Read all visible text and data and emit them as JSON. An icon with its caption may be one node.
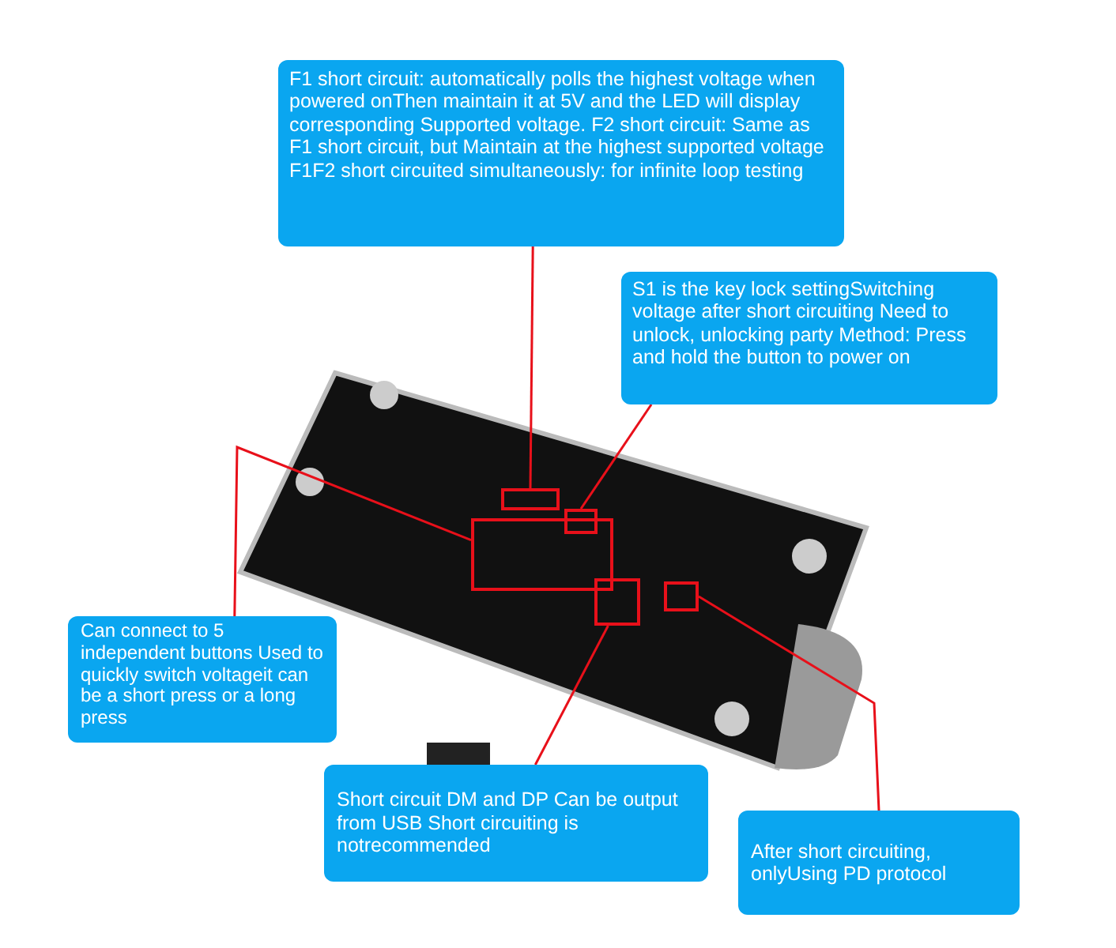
{
  "diagram": {
    "nodes": [
      {
        "text": [
          "F1 short circuit: automatically polls the highest voltage when powered onThen maintain it at 5V and the LED will display corresponding Supported voltage. F2 short circuit: Same as F1 short circuit, but Maintain at the highest supported voltage F1F2 short circuited simultaneously: for infinite loop testing"
        ]
      },
      {
        "text": [
          "S1 is the key lock settingSwitching voltage after short circuiting Need to unlock, unlocking party Method: Press and hold the button to power on"
        ]
      },
      {
        "text": [
          "Can connect to 5 independent buttons Used to quickly switch voltageit can be a short press or a long press"
        ]
      },
      {
        "text": [
          "Short circuit DM and DP Can be output from USB Short circuiting is notrecommended"
        ]
      },
      {
        "text": [
          "After short circuiting, onlyUsing PD protocol"
        ]
      },
      {
        "text": [],
        "shape": "box"
      },
      {
        "text": [],
        "shape": "box"
      },
      {
        "text": [],
        "shape": "box"
      },
      {
        "text": [],
        "shape": "box"
      },
      {
        "text": [],
        "shape": "box"
      }
    ],
    "edges": [
      {
        "from": 0,
        "to": 5,
        "arrow": "none"
      },
      {
        "from": 1,
        "to": 6,
        "arrow": "none"
      },
      {
        "from": 2,
        "to": 7,
        "arrow": "none"
      },
      {
        "from": 3,
        "to": 8,
        "arrow": "none"
      },
      {
        "from": 4,
        "to": 9,
        "arrow": "none"
      }
    ]
  }
}
